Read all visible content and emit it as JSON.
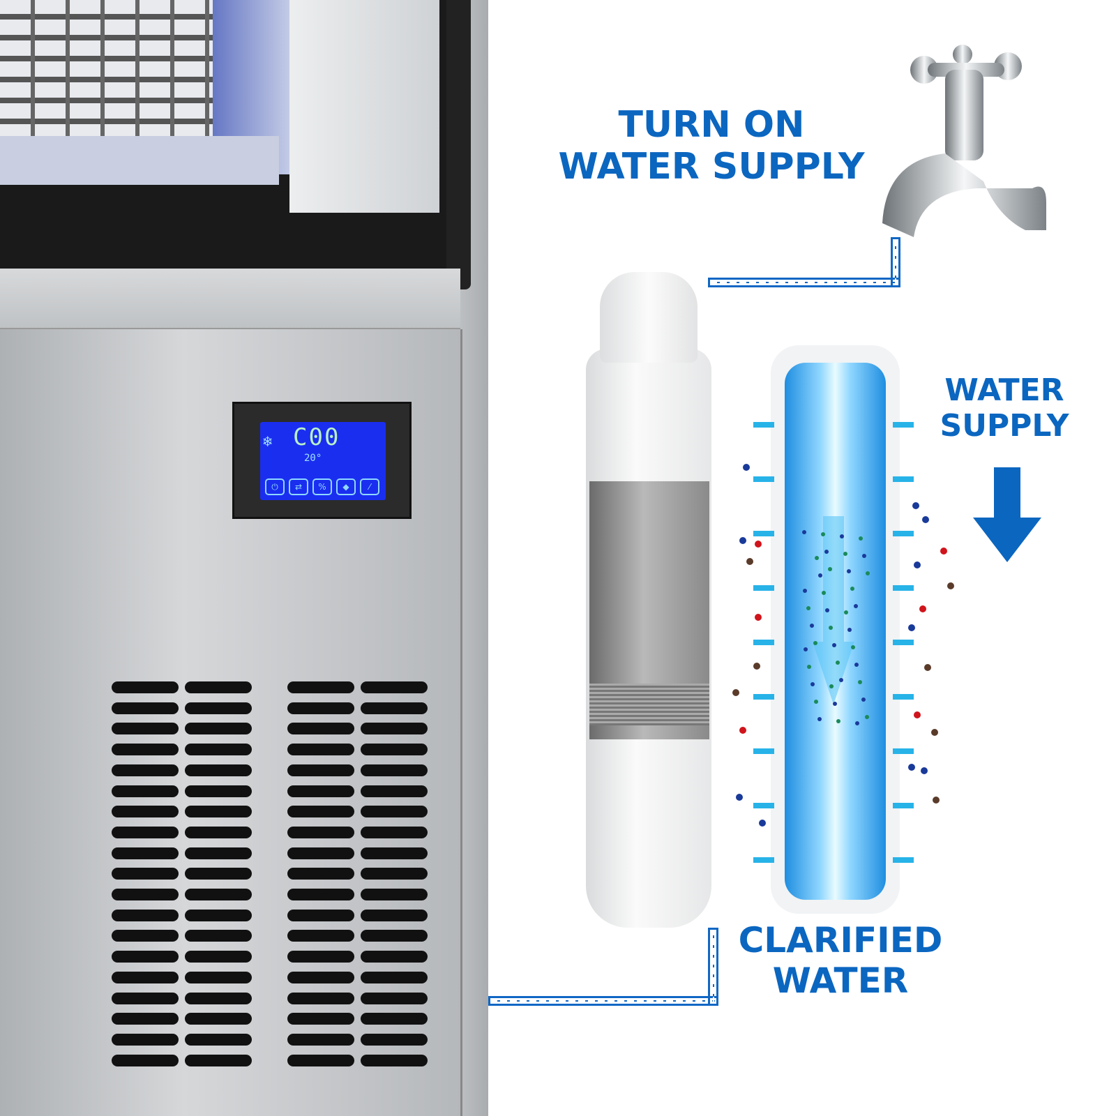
{
  "headings": {
    "turn_on_line1": "TURN ON",
    "turn_on_line2": "WATER SUPPLY",
    "water_supply_line1": "WATER",
    "water_supply_line2": "SUPPLY",
    "clarified_line1": "CLARIFIED",
    "clarified_line2": "WATER"
  },
  "display": {
    "code": "C00",
    "temperature": "20°"
  },
  "colors": {
    "heading_blue": "#0b66c0",
    "pipe_blue": "#1067c4",
    "lcd_blue": "#1a2ef0"
  },
  "icons": [
    "faucet-icon",
    "down-arrow-icon",
    "snowflake-icon",
    "power-icon",
    "water-filter",
    "water-tube"
  ]
}
